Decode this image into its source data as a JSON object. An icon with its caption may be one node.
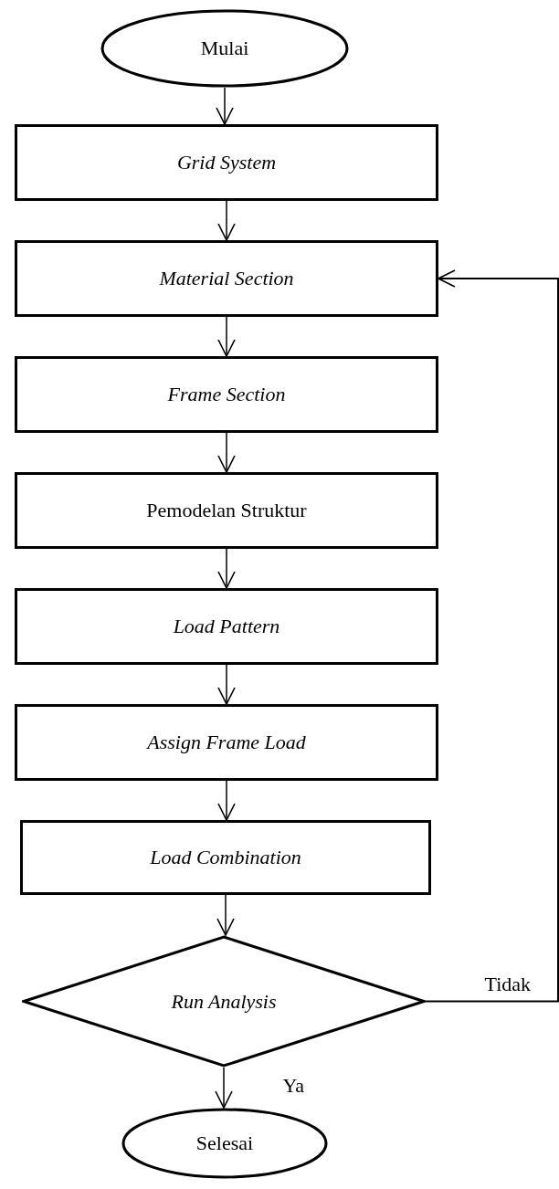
{
  "diagram": {
    "nodes": [
      {
        "text": [
          "Mulai"
        ]
      },
      {
        "text": [
          "Grid System"
        ]
      },
      {
        "text": [
          "Material Section"
        ]
      },
      {
        "text": [
          "Frame Section"
        ]
      },
      {
        "text": [
          "Pemodelan Struktur"
        ]
      },
      {
        "text": [
          "Load Pattern"
        ]
      },
      {
        "text": [
          "Assign Frame Load"
        ]
      },
      {
        "text": [
          "Load Combination"
        ]
      },
      {
        "text": [
          "Run Analysis"
        ]
      },
      {
        "text": [
          "Selesai"
        ]
      }
    ],
    "edges": [
      {
        "from": 0,
        "to": 1,
        "arrow": "to"
      },
      {
        "from": 1,
        "to": 2,
        "arrow": "to"
      },
      {
        "from": 2,
        "to": 3,
        "arrow": "to"
      },
      {
        "from": 3,
        "to": 4,
        "arrow": "to"
      },
      {
        "from": 4,
        "to": 5,
        "arrow": "to"
      },
      {
        "from": 5,
        "to": 6,
        "arrow": "to"
      },
      {
        "from": 6,
        "to": 7,
        "arrow": "to"
      },
      {
        "from": 7,
        "to": 8,
        "arrow": "to"
      },
      {
        "from": 8,
        "to": 9,
        "label": "Ya",
        "arrow": "to"
      },
      {
        "from": 8,
        "to": 2,
        "label": "Tidak",
        "arrow": "to"
      }
    ]
  }
}
